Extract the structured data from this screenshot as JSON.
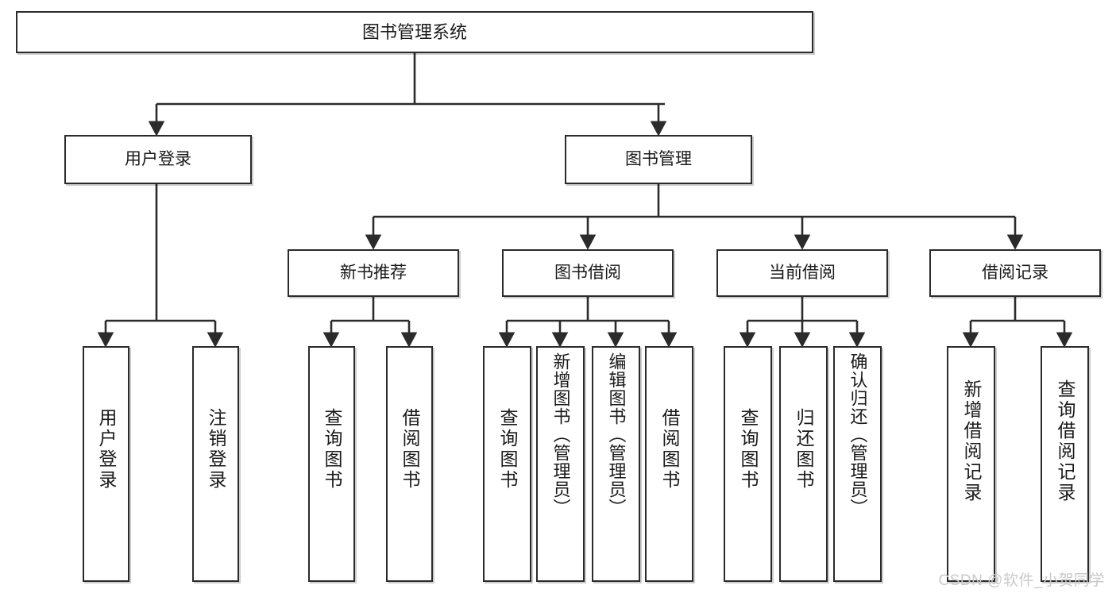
{
  "diagram": {
    "type": "tree",
    "title": "图书管理系统",
    "root": {
      "label": "图书管理系统"
    },
    "level2": [
      {
        "label": "用户登录"
      },
      {
        "label": "图书管理"
      }
    ],
    "level3": [
      {
        "label": "新书推荐"
      },
      {
        "label": "图书借阅"
      },
      {
        "label": "当前借阅"
      },
      {
        "label": "借阅记录"
      }
    ],
    "leaves": {
      "user_login": [
        {
          "label": "用户登录"
        },
        {
          "label": "注销登录"
        }
      ],
      "new_book_recommend": [
        {
          "label": "查询图书"
        },
        {
          "label": "借阅图书"
        }
      ],
      "book_borrow": [
        {
          "label": "查询图书"
        },
        {
          "label": "新增图书（管理员）"
        },
        {
          "label": "编辑图书（管理员）"
        },
        {
          "label": "借阅图书"
        }
      ],
      "current_borrow": [
        {
          "label": "查询图书"
        },
        {
          "label": "归还图书"
        },
        {
          "label": "确认归还（管理员）"
        }
      ],
      "borrow_record": [
        {
          "label": "新增借阅记录"
        },
        {
          "label": "查询借阅记录"
        }
      ]
    }
  },
  "watermark": {
    "text": "CSDN @软件_小贺同学"
  },
  "colors": {
    "background": "#ffffff",
    "box_border": "#2b2b2b",
    "box_fill": "#ffffff",
    "connector": "#2b2b2b",
    "text": "#1a1a1a",
    "watermark": "#c9c9c9"
  }
}
